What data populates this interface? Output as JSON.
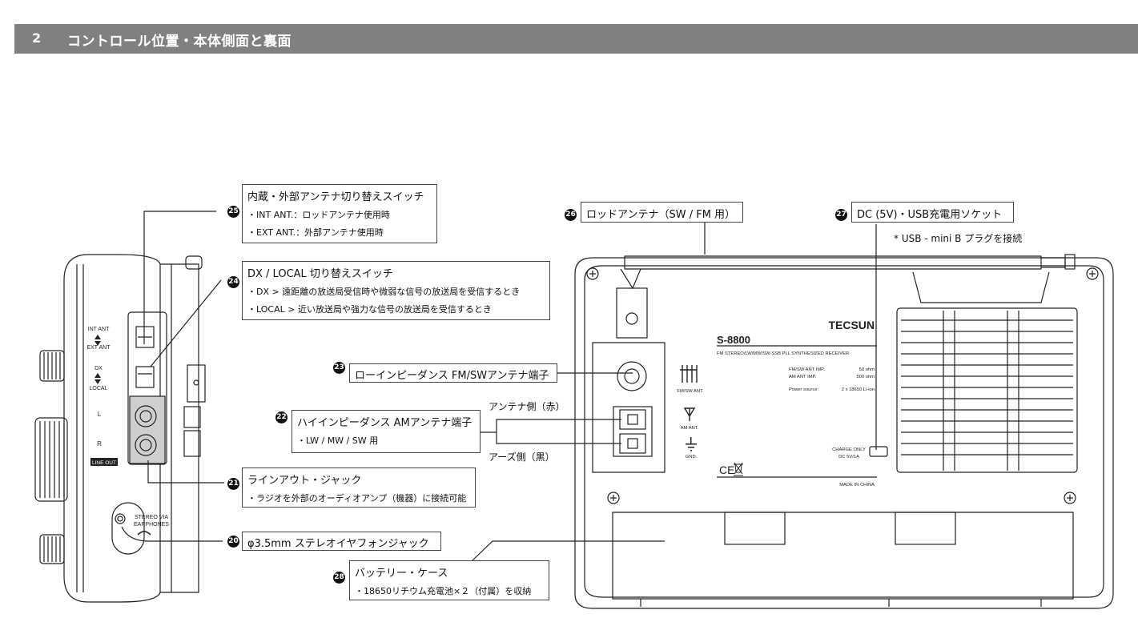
{
  "header": {
    "number": "2",
    "title": "コントロール位置・本体側面と裏面"
  },
  "callouts": {
    "c25": {
      "badge": "25",
      "title": "内蔵・外部アンテナ切り替えスイッチ",
      "line1": "・INT ANT.：ロッドアンテナ使用時",
      "line2": "・EXT ANT.：外部アンテナ使用時"
    },
    "c24": {
      "badge": "24",
      "title": "DX / LOCAL 切り替えスイッチ",
      "line1": "・DX > 遠距離の放送局受信時や微弱な信号の放送局を受信するとき",
      "line2": "・LOCAL > 近い放送局や強力な信号の放送局を受信するとき"
    },
    "c26": {
      "badge": "26",
      "title": "ロッドアンテナ（SW / FM 用）"
    },
    "c27": {
      "badge": "27",
      "title": "DC (5V)・USB充電用ソケット",
      "note": "* USB - mini B プラグを接続"
    },
    "c23": {
      "badge": "23",
      "title": "ローインピーダンス FM/SWアンテナ端子"
    },
    "c22": {
      "badge": "22",
      "title": "ハイインピーダンス AMアンテナ端子",
      "line1": "・LW / MW / SW 用",
      "side_red": "アンテナ側（赤）",
      "side_black": "アーズ側（黒）"
    },
    "c21": {
      "badge": "21",
      "title": "ラインアウト・ジャック",
      "line1": "・ラジオを外部のオーディオアンプ（機器）に接続可能"
    },
    "c20": {
      "badge": "20",
      "title": "φ3.5mm ステレオイヤフォンジャック"
    },
    "c28": {
      "badge": "28",
      "title": "バッテリー・ケース",
      "line1": "・18650リチウム充電池×２（付属）を収納"
    }
  },
  "side_panel": {
    "int_ant": "INT ANT",
    "ext_ant": "EXT ANT",
    "dx": "DX",
    "local": "LOCAL",
    "l": "L",
    "r": "R",
    "line_out": "LINE OUT",
    "stereo_via": "STEREO VIA",
    "earphones": "EARPHONES"
  },
  "back_panel": {
    "brand": "TECSUN",
    "model": "S-8800",
    "subtitle": "FM STEREO/LW/MW/SW-SSB PLL SYNTHESIZED RECEIVER",
    "fm_sw_imp_label": "FM/SW ANT IMP.",
    "fm_sw_imp_value": "50 ohm",
    "am_imp_label": "AM ANT IMP.",
    "am_imp_value": "500 ohm",
    "power_label": "Power source:",
    "power_value": "2 x 18650 Li-ion",
    "fm_sw_ant": "FM/SW ANT.",
    "am_ant": "AM ANT.",
    "gnd": "GND.",
    "charge_only": "CHARGE ONLY",
    "dc_rating": "DC 5V/1A",
    "ce": "CE",
    "made_in": "MADE IN CHINA"
  }
}
